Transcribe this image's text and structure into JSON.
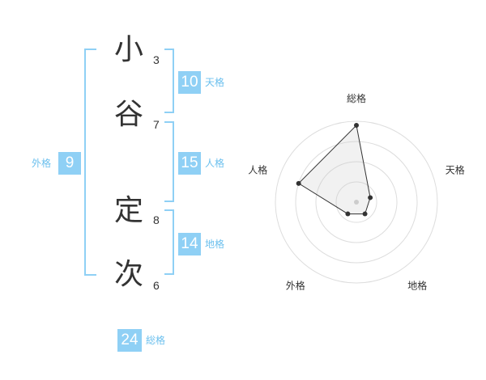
{
  "name": {
    "characters": [
      {
        "char": "小",
        "strokes": "3"
      },
      {
        "char": "谷",
        "strokes": "7"
      },
      {
        "char": "定",
        "strokes": "8"
      },
      {
        "char": "次",
        "strokes": "6"
      }
    ]
  },
  "fortune": {
    "tenkaku": {
      "value": "10",
      "label": "天格"
    },
    "jinkaku": {
      "value": "15",
      "label": "人格"
    },
    "chikaku": {
      "value": "14",
      "label": "地格"
    },
    "gaikaku": {
      "value": "9",
      "label": "外格"
    },
    "soukaku": {
      "value": "24",
      "label": "総格"
    }
  },
  "colors": {
    "accent": "#8fd0f5",
    "accent_text": "#6cc0ee",
    "text": "#333333"
  },
  "chart_data": {
    "type": "radar",
    "axes": [
      "総格",
      "天格",
      "地格",
      "外格",
      "人格"
    ],
    "values": [
      0.95,
      0.18,
      0.18,
      0.18,
      0.75
    ],
    "rmax": 1,
    "rings": 4
  }
}
